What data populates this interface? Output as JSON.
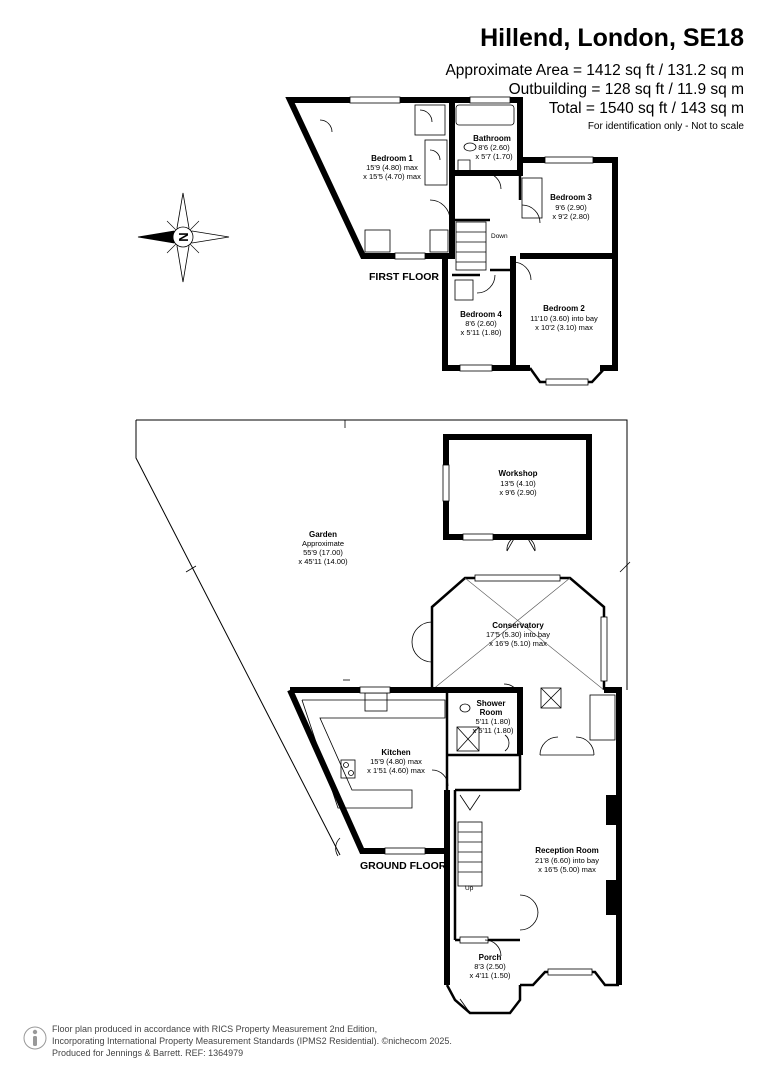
{
  "header": {
    "title": "Hillend, London, SE18",
    "area": "Approximate Area = 1412 sq ft / 131.2 sq m",
    "outbuilding": "Outbuilding = 128 sq ft / 11.9 sq m",
    "total": "Total = 1540 sq ft / 143 sq m",
    "disclaimer": "For identification only - Not to scale"
  },
  "floors": {
    "first": "FIRST FLOOR",
    "ground": "GROUND FLOOR"
  },
  "compass": {
    "letter": "N",
    "icon": "compass-rose-icon"
  },
  "rooms": {
    "bedroom1": {
      "name": "Bedroom 1",
      "dim1": "15'9 (4.80) max",
      "dim2": "x 15'5 (4.70) max"
    },
    "bathroom": {
      "name": "Bathroom",
      "dim1": "8'6 (2.60)",
      "dim2": "x 5'7 (1.70)"
    },
    "bedroom3": {
      "name": "Bedroom 3",
      "dim1": "9'6 (2.90)",
      "dim2": "x 9'2 (2.80)"
    },
    "bedroom2": {
      "name": "Bedroom 2",
      "dim1": "11'10 (3.60) into bay",
      "dim2": "x 10'2 (3.10) max"
    },
    "bedroom4": {
      "name": "Bedroom 4",
      "dim1": "8'6 (2.60)",
      "dim2": "x 5'11 (1.80)"
    },
    "workshop": {
      "name": "Workshop",
      "dim1": "13'5 (4.10)",
      "dim2": "x 9'6 (2.90)"
    },
    "garden": {
      "name": "Garden",
      "dim0": "Approximate",
      "dim1": "55'9 (17.00)",
      "dim2": "x 45'11 (14.00)"
    },
    "conservatory": {
      "name": "Conservatory",
      "dim1": "17'5 (5.30) into bay",
      "dim2": "x 16'9 (5.10) max"
    },
    "shower": {
      "name1": "Shower",
      "name2": "Room",
      "dim1": "5'11 (1.80)",
      "dim2": "x 5'11 (1.80)"
    },
    "kitchen": {
      "name": "Kitchen",
      "dim1": "15'9 (4.80) max",
      "dim2": "x 1'51 (4.60) max"
    },
    "reception": {
      "name": "Reception Room",
      "dim1": "21'8 (6.60) into bay",
      "dim2": "x 16'5 (5.00) max"
    },
    "porch": {
      "name": "Porch",
      "dim1": "8'3 (2.50)",
      "dim2": "x 4'11 (1.50)"
    }
  },
  "stairs": {
    "down": "Down",
    "up": "Up"
  },
  "footer": {
    "line1": "Floor plan produced in accordance with RICS Property Measurement 2nd Edition,",
    "line2": "Incorporating International Property Measurement Standards (IPMS2 Residential).  ©nichecom 2025.",
    "line3": "Produced for Jennings & Barrett.  REF:  1364979",
    "icon": "info-person-icon"
  }
}
